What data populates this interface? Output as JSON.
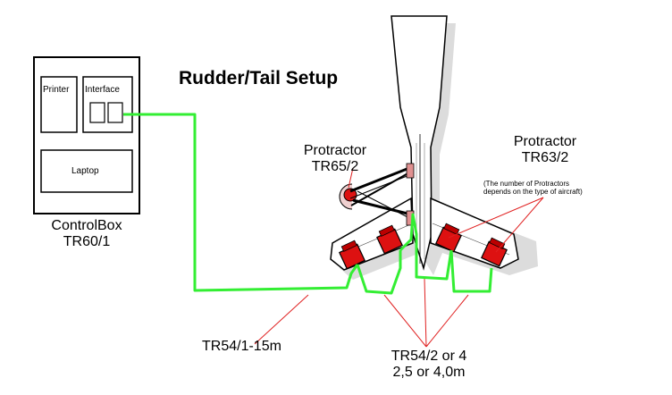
{
  "title": "Rudder/Tail Setup",
  "control_box": {
    "printer_label": "Printer",
    "interface_label": "Interface",
    "laptop_label": "Laptop",
    "name": "ControlBox",
    "part_number": "TR60/1"
  },
  "protractor_left": {
    "name": "Protractor",
    "part_number": "TR65/2"
  },
  "protractor_right": {
    "name": "Protractor",
    "part_number": "TR63/2",
    "note_line1": "(The number of Protractors",
    "note_line2": "depends on the type of aircraft)"
  },
  "cable_main": {
    "label": "TR54/1-15m"
  },
  "cable_short": {
    "label_line1": "TR54/2 or 4",
    "label_line2": "2,5 or 4,0m"
  },
  "colors": {
    "cable": "#33ee33",
    "leader": "#e02020",
    "protractor": "#dd1111",
    "outline": "#000000"
  }
}
